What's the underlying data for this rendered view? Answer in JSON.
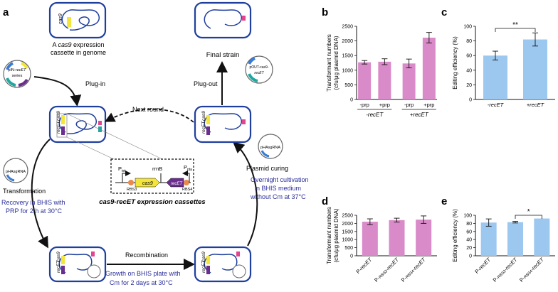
{
  "colors": {
    "cell_border": "#1f3f9e",
    "bar_pink": "#d98ac8",
    "bar_blue": "#9cc8f0",
    "caption_blue": "#2b2f9a",
    "yellow_gene": "#f3e53a",
    "purple_gene": "#6b2e8e",
    "green_marker": "#1fa7a0",
    "pink_marker": "#e0458f",
    "orange_rbs": "#e9894a"
  },
  "panels": {
    "a": "a",
    "b": "b",
    "c": "c",
    "d": "d",
    "e": "e"
  },
  "workflow": {
    "cas9_label": "cas9",
    "recet_label": "recET",
    "genome_caption_1": "A",
    "genome_caption_cas9": "cas9",
    "genome_caption_rest": "expression",
    "genome_caption_2": "cassette in genome",
    "plasmid_pin_1": "pIN-",
    "plasmid_pin_2": "recET",
    "plasmid_pin_3": "series",
    "plug_in": "Plug-in",
    "next_round": "Next round",
    "final_strain": "Final strain",
    "plug_out": "Plug-out",
    "plasmid_pout_1": "pOUT-cas9-",
    "plasmid_pout_2": "recET",
    "pha_sgrna_left": "pHAsgRNA",
    "pha_sgrna_right": "pHAsgRNA",
    "transformation": "Transformation",
    "recovery_1": "Recovery in BHIS with",
    "recovery_2": "PRP for 2 h at 30°C",
    "plasmid_curing": "Plasmid curing",
    "overnight_1": "Overnight cultivation",
    "overnight_2": "in BHIS medium",
    "overnight_3": "without Cm at 37°C",
    "recombination": "Recombination",
    "growth_1": "Growth on BHIS plate with",
    "growth_2": "Cm for 2 days at 30°C",
    "cassette_caption": "cas9-recET expression cassettes",
    "cassette_p_left": "P",
    "cassette_p_left_sub": "tet",
    "cassette_rrnb": "rrnB",
    "cassette_p_right": "P",
    "cassette_p_right_sub": "pta",
    "cassette_rbs3": "RBS3",
    "cassette_rbs4": "RBS4",
    "cassette_cas9": "cas9",
    "cassette_recet": "recET"
  },
  "chart_data": [
    {
      "panel": "b",
      "type": "bar",
      "ylabel_1": "Transformant numbers",
      "ylabel_2": "(cfu/μg plasmid DNA)",
      "categories": [
        "-prp",
        "+prp",
        "-prp",
        "+prp"
      ],
      "groups": [
        "-recET",
        "+recET"
      ],
      "values": [
        1270,
        1290,
        1230,
        2110
      ],
      "errors": [
        60,
        100,
        150,
        180
      ],
      "ylim": [
        0,
        2500
      ],
      "yticks": [
        "0",
        "500",
        "1000",
        "1500",
        "2000",
        "2500"
      ],
      "color": "#d98ac8"
    },
    {
      "panel": "c",
      "type": "bar",
      "ylabel": "Editing efficiency (%)",
      "categories": [
        "-recET",
        "+recET"
      ],
      "values": [
        60,
        82
      ],
      "errors": [
        6,
        9
      ],
      "ylim": [
        0,
        100
      ],
      "yticks": [
        "0",
        "20",
        "40",
        "60",
        "80",
        "100"
      ],
      "significance": "**",
      "color": "#9cc8f0"
    },
    {
      "panel": "d",
      "type": "bar",
      "ylabel_1": "Transformant numbers",
      "ylabel_2": "(cfu/μg plasmid DNA)",
      "categories": [
        "P-recET",
        "P-RBS3-recET",
        "P-RBS4-recET"
      ],
      "values": [
        2100,
        2200,
        2230
      ],
      "errors": [
        180,
        120,
        230
      ],
      "ylim": [
        0,
        2500
      ],
      "yticks": [
        "0",
        "500",
        "1000",
        "1500",
        "2000",
        "2500"
      ],
      "color": "#d98ac8"
    },
    {
      "panel": "e",
      "type": "bar",
      "ylabel": "Editing efficiency (%)",
      "categories": [
        "P-recET",
        "P-RBS3-recET",
        "P-RBS4-recET"
      ],
      "values": [
        82,
        83,
        92
      ],
      "errors": [
        9,
        2,
        0
      ],
      "ylim": [
        0,
        100
      ],
      "yticks": [
        "0",
        "20",
        "40",
        "60",
        "80",
        "100"
      ],
      "significance": "*",
      "color": "#9cc8f0"
    }
  ]
}
